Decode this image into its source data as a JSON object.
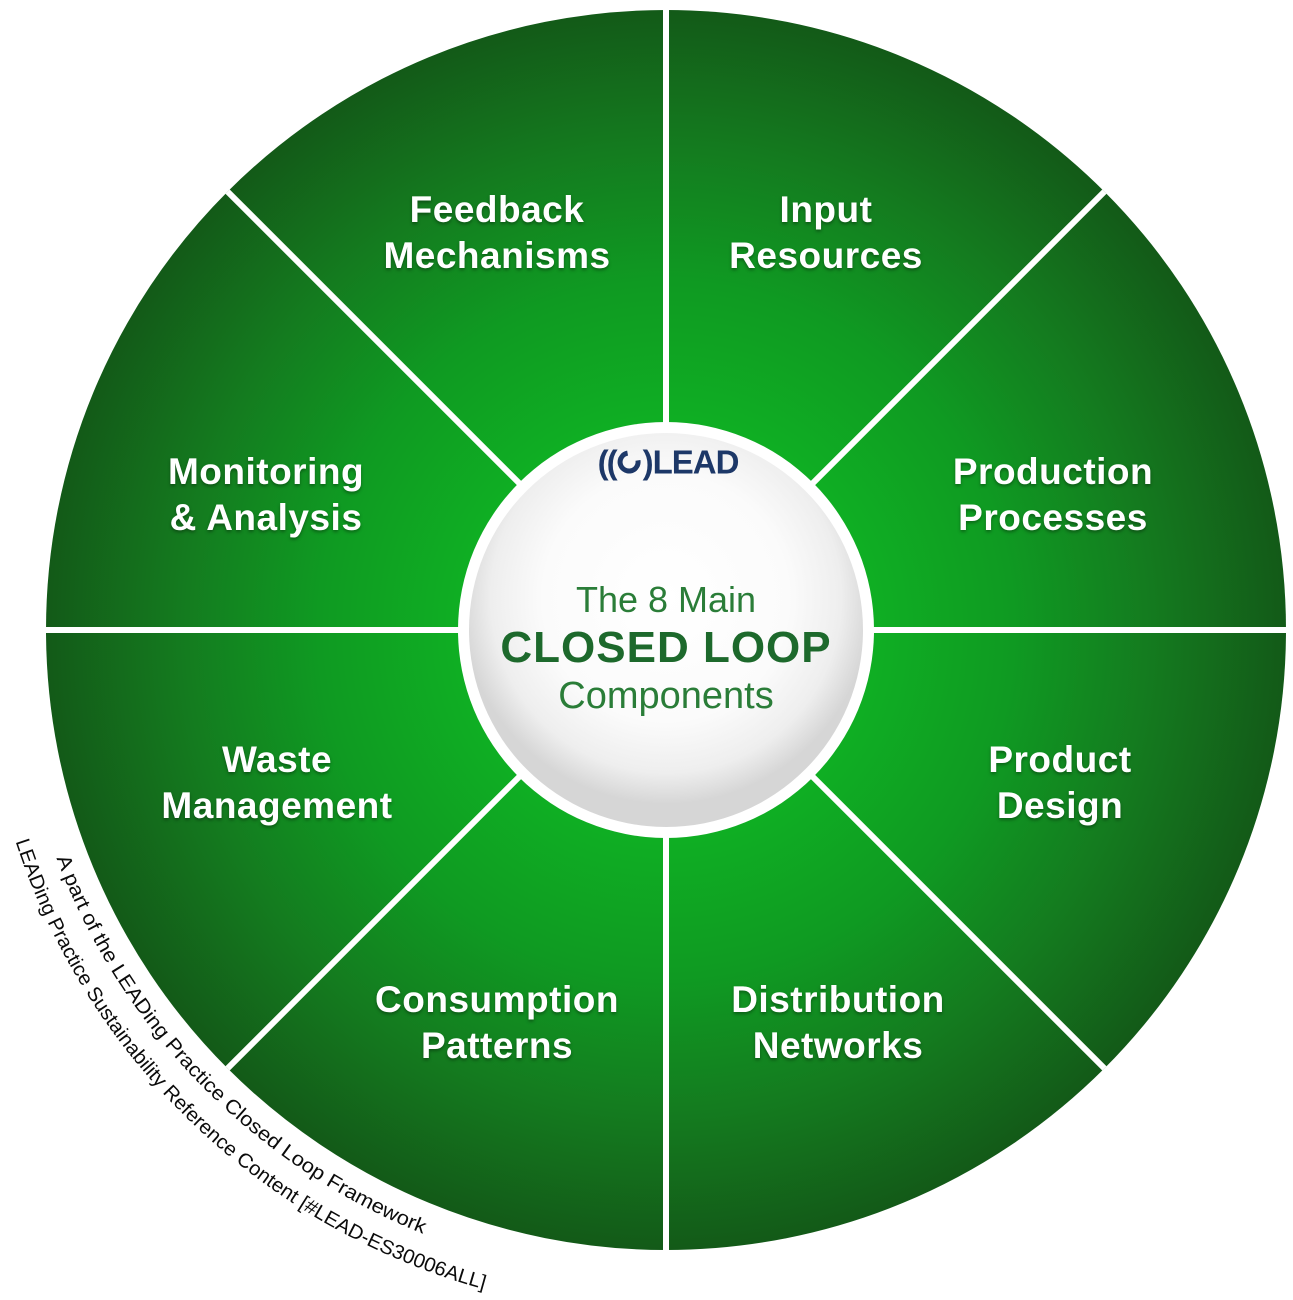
{
  "title": {
    "line1": "The 8 Main",
    "line2": "CLOSED LOOP",
    "line3": "Components"
  },
  "logo": {
    "open_parens": "((",
    "close_paren": ")",
    "brand": "LEAD",
    "symbol": "open-ring-swirl-icon"
  },
  "segments": [
    {
      "name": "input-resources",
      "label": "Input\nResources"
    },
    {
      "name": "production-processes",
      "label": "Production\nProcesses"
    },
    {
      "name": "product-design",
      "label": "Product\nDesign"
    },
    {
      "name": "distribution-networks",
      "label": "Distribution\nNetworks"
    },
    {
      "name": "consumption-patterns",
      "label": "Consumption\nPatterns"
    },
    {
      "name": "waste-management",
      "label": "Waste\nManagement"
    },
    {
      "name": "monitoring-analysis",
      "label": "Monitoring\n& Analysis"
    },
    {
      "name": "feedback-mechanisms",
      "label": "Feedback\nMechanisms"
    }
  ],
  "footer": {
    "arc_line1": "A part of the LEADing Practice Closed Loop Framework",
    "arc_line2": "LEADing Practice Sustainability Reference Content [#LEAD-ES30006ALL]"
  },
  "colors": {
    "green_inner": "#0fae23",
    "green_outer": "#135a18",
    "divider_white": "#ffffff",
    "title_green": "#2a7d38",
    "title_dark_green": "#1d692c",
    "logo_navy": "#1d3868",
    "arc_text_black": "#0b0b0b"
  }
}
